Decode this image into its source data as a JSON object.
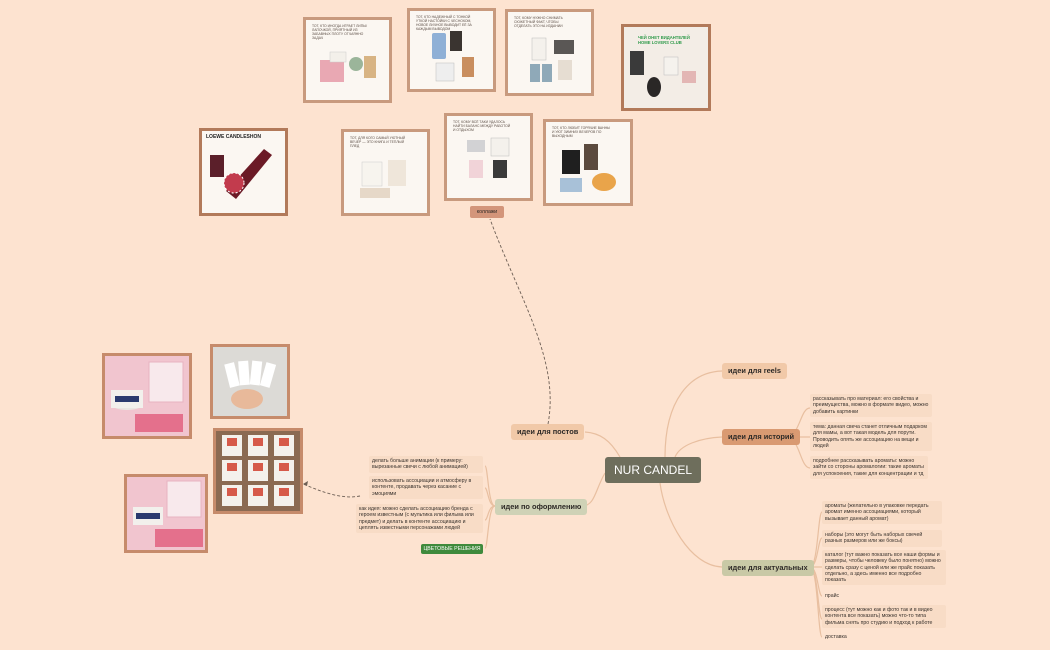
{
  "center": {
    "label": "NUR CANDEL"
  },
  "branches": {
    "reels": "идеи для reels",
    "stories": "идеи для историй",
    "actual": "идеи для актуальных",
    "posts": "идеи для постов",
    "design": "идеи по оформлению"
  },
  "stories_items": [
    "рассказывать про материал: его свойства и преимущества, можно в формате видео, можно добавить картинки",
    "тема: данная свеча станет отличным подарком для мамы, а вот такая модель для порути. Проводить опять же ассоциацию на вещи и людей",
    "подробнее рассказывать ароматы: можно зайти со стороны аромалогии: такие ароматы для успокоения, такие для концентрации и тд"
  ],
  "actual_items": [
    "ароматы (желательно в упаковке передать аромат именно ассоциациями, который вызывает данный аромат)",
    "наборы (это могут быть наборых свечей разных размеров или же боксы)",
    "каталог (тут важно показать все наши формы и размеры, чтобы человеку было понятно) можно сделать сразу с ценой или же прайс показать отдельно, а здесь именно все подробно показать",
    "прайс",
    "процесс (тут можно как и фото так и в видео контента все показать) можно что-то типа фильма снять про студию и подход к работе",
    "доставка"
  ],
  "design_items": [
    "делать больше анимации (к примеру: вырезанные свечи с любой анимацией)",
    "использовать ассоциации и атмосферу в контенте, продавать через касание с эмоциями",
    "как идея: можно сделать ассоциацию бренда с героем известным (с мультика или фильма или предмет) и делать в контенте ассоциацию и цеплять известными персонажами людей"
  ],
  "design_tag": "ЦВЕТОВЫЕ РЕШЕНИЯ",
  "collage_tag": "коллажи",
  "cards": {
    "c1": "ТОТ, КТО ИНОГДА ИГРАЕТ ЛИПЫ/ЛАПОЧКОЙ, ПРИЯТНЫЙ ИЗ ЗАБАВНЫХ ПЛОТУ ОТЧАЯННО ЗАДАЧ",
    "c2": "ТОТ, КТО НАДЕЖНЫЙ С ТОНКОЙ УТКОЙ НАСТОЙКИ С ЧЕСНОКОМ, НОВОЕ ЛИЧНОЕ ВЫВОДИТ ЕЁ ЗА КАЖДЫМ ВЫВОДОМ",
    "c3": "ТОТ, КОМУ НУЖНО СНИМАТЬ СЮЖЕТНЫЙ ФАКТ, ЧТОБЫ ОТДЕЛАТЬ ЭТО НА ИЗДАНИИ",
    "c4": "ЧЕЙ ОНЕТ ВИДАНТЕЛЕЙ HOME LOVERS CLUB",
    "c5": "LOEWE CANDLESHON",
    "c6": "ТОТ, ДЛЯ КОГО САМЫЙ УЮТНЫЙ ВЕЧЕР — ЭТО КНИГА И ТЕПЛЫЙ ПЛЕД",
    "c7": "ТОТ, КОМУ ВСЁ ТАКИ УДАЛОСЬ НАЙТИ БАЛАНС МЕЖДУ РАБОТОЙ И ОТДЫХОМ",
    "c8": "ТОТ, КТО ЛЮБИТ ГОРЯЧИЕ ВАННЫ И УЮТ ЗИМНИХ ВЕЧЕРОВ ПО ВЫХОДНЫМ"
  },
  "colors": {
    "background": "#fde3d0",
    "center": "#6e6e5c",
    "branch_tan": "#f1c9a8",
    "branch_rust": "#d99a72",
    "branch_sage": "#c9c9a6",
    "tag_green": "#3f8a3c",
    "card_border": "#c89a7e"
  }
}
